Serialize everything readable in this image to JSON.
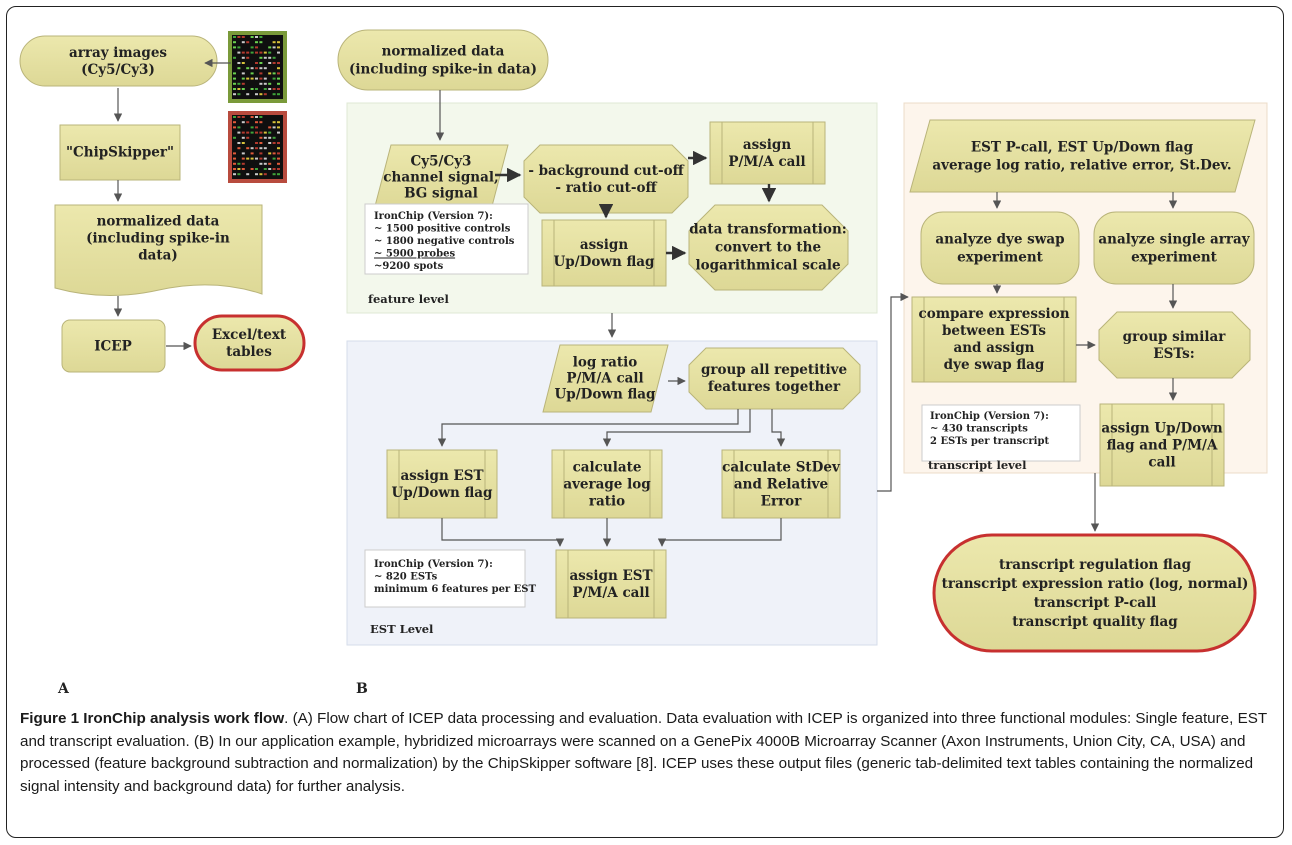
{
  "colors": {
    "node_fill": "#e6e2a0",
    "node_stroke": "#b9b47a",
    "terminal_stroke": "#c7302f",
    "feature_bg": "#f3f8ec",
    "est_bg": "#eff2f9",
    "transcript_bg": "#fdf5ec",
    "arrow": "#555555"
  },
  "panel_a": {
    "letter": "A",
    "nodes": {
      "array_images": [
        "array images",
        "(Cy5/Cy3)"
      ],
      "chipskipper": [
        "\"ChipSkipper\""
      ],
      "normalized_doc": [
        "normalized data",
        "(including spike-in",
        "data)"
      ],
      "icep": [
        "ICEP"
      ],
      "excel_tables": [
        "Excel/text",
        "tables"
      ]
    }
  },
  "panel_b": {
    "letter": "B",
    "normalized_top": [
      "normalized data",
      "(including spike-in data)"
    ],
    "feature": {
      "label": "feature level",
      "channel_signal": [
        "Cy5/Cy3",
        "channel signal,",
        "BG signal"
      ],
      "cutoff": [
        "- background cut-off",
        "- ratio cut-off"
      ],
      "pma_call": [
        "assign",
        "P/M/A call"
      ],
      "updown_flag": [
        "assign",
        "Up/Down flag"
      ],
      "transformation": [
        "data transformation:",
        "convert to the",
        "logarithmical scale"
      ],
      "note": [
        "IronChip (Version 7):",
        "~ 1500 positive controls",
        "~ 1800 negative controls",
        "~ 5900 probes",
        "~9200 spots"
      ]
    },
    "est": {
      "label": "EST Level",
      "log_ratio_input": [
        "log ratio",
        "P/M/A call",
        "Up/Down flag"
      ],
      "group_repetitive": [
        "group all repetitive",
        "features together"
      ],
      "assign_est_flag": [
        "assign EST",
        "Up/Down flag"
      ],
      "calc_avg": [
        "calculate",
        "average log",
        "ratio"
      ],
      "calc_stdev": [
        "calculate StDev",
        "and Relative",
        "Error"
      ],
      "assign_est_pma": [
        "assign EST",
        "P/M/A call"
      ],
      "note": [
        "IronChip (Version 7):",
        "~ 820 ESTs",
        "minimum 6 features per EST"
      ]
    },
    "transcript": {
      "label": "transcript level",
      "est_input": [
        "EST P-call, EST Up/Down flag",
        "average log ratio, relative error, St.Dev."
      ],
      "dye_swap": [
        "analyze dye swap",
        "experiment"
      ],
      "single_array": [
        "analyze single array",
        "experiment"
      ],
      "compare_expr": [
        "compare expression",
        "between ESTs",
        "and assign",
        "dye swap flag"
      ],
      "group_similar": [
        "group similar",
        "ESTs:"
      ],
      "assign_transcript": [
        "assign Up/Down",
        "flag and P/M/A",
        "call"
      ],
      "note": [
        "IronChip (Version 7):",
        "~ 430 transcripts",
        "2 ESTs  per transcript"
      ]
    },
    "final_output": [
      "transcript regulation flag",
      "transcript expression ratio (log, normal)",
      "transcript P-call",
      "transcript quality flag"
    ]
  },
  "caption": {
    "title": "Figure 1 IronChip analysis work flow",
    "body": ". (A) Flow chart of ICEP data processing and evaluation. Data evaluation with ICEP is organized into three functional modules: Single feature, EST and transcript evaluation. (B) In our application example, hybridized microarrays were scanned on a GenePix 4000B Microarray Scanner (Axon Instruments, Union City, CA, USA) and processed (feature background subtraction and normalization) by the ChipSkipper software [8]. ICEP uses these output files (generic tab-delimited text tables containing the normalized signal intensity and background data) for further analysis."
  }
}
